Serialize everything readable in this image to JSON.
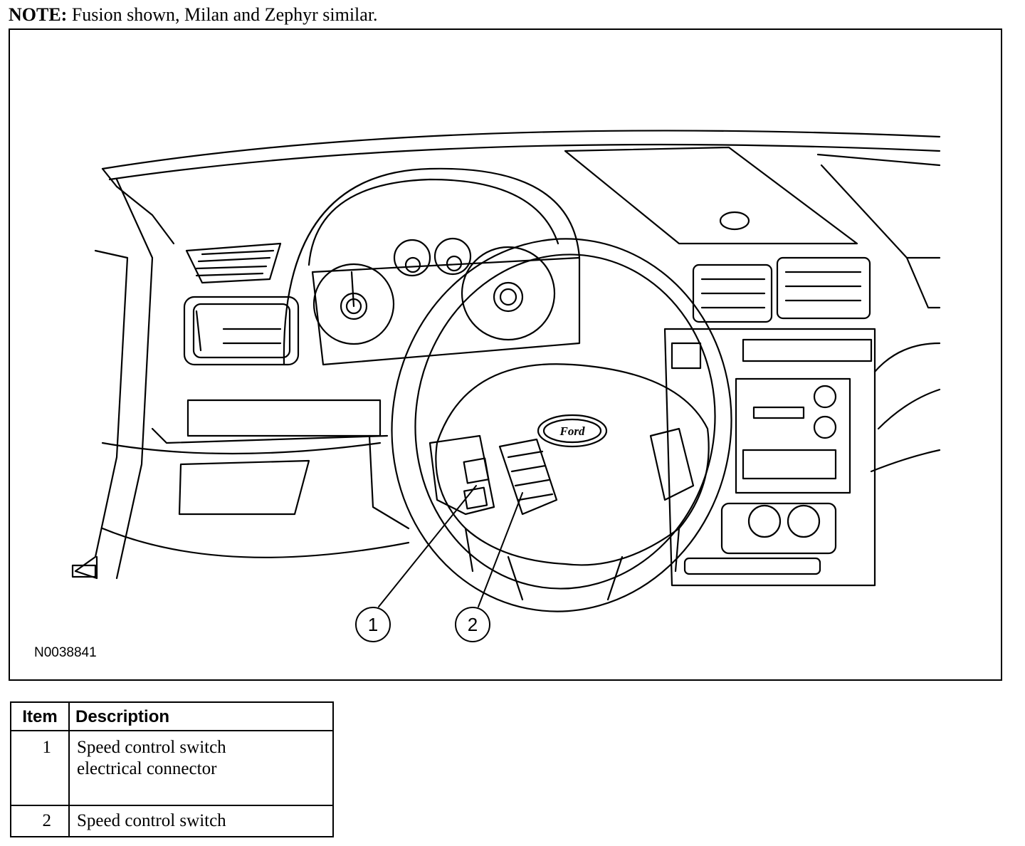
{
  "note": {
    "label": "NOTE:",
    "text": " Fusion shown, Milan and Zephyr similar."
  },
  "figure": {
    "id": "N0038841",
    "callouts": [
      "1",
      "2"
    ],
    "logo_text": "Ford"
  },
  "table": {
    "headers": {
      "item": "Item",
      "description": "Description"
    },
    "rows": [
      {
        "item": "1",
        "description_line1": "Speed control switch",
        "description_line2": "electrical connector"
      },
      {
        "item": "2",
        "description_line1": "Speed control switch",
        "description_line2": ""
      }
    ]
  }
}
